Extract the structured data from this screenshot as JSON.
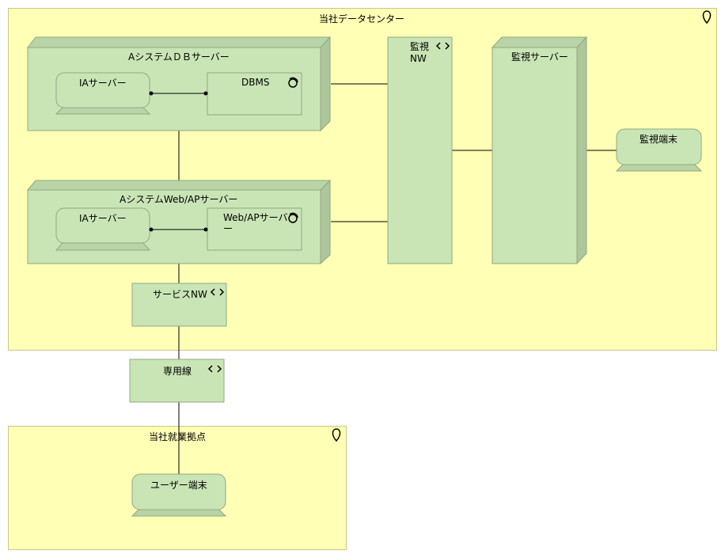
{
  "locations": {
    "datacenter": "当社データセンター",
    "office": "当社就業拠点"
  },
  "nodes": {
    "db_server": "AシステムＤＢサーバー",
    "web_server": "AシステムWeb/APサーバー",
    "monitor_nw": "監視\nNW",
    "monitor_server": "監視サーバー",
    "service_nw": "サービスNW",
    "leased_line": "専用線"
  },
  "devices": {
    "ia_server_db": "IAサーバー",
    "ia_server_web": "IAサーバー",
    "monitor_terminal": "監視端末",
    "user_terminal": "ユーザー端末"
  },
  "system_software": {
    "dbms": "DBMS",
    "webap": "Web/APサーバー"
  }
}
